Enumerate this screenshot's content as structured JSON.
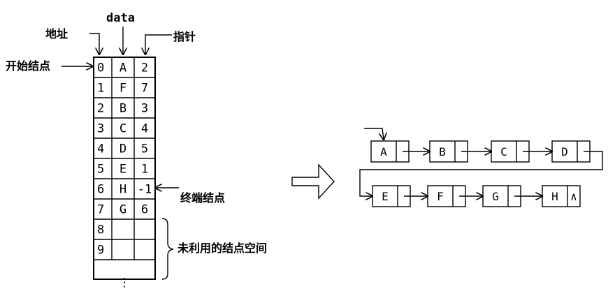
{
  "labels": {
    "address": "地址",
    "data": "data",
    "pointer": "指针",
    "start_node": "开始结点",
    "end_node": "终端结点",
    "unused_space": "未利用的结点空间"
  },
  "table": {
    "rows": [
      {
        "addr": "0",
        "data": "A",
        "next": "2"
      },
      {
        "addr": "1",
        "data": "F",
        "next": "7"
      },
      {
        "addr": "2",
        "data": "B",
        "next": "3"
      },
      {
        "addr": "3",
        "data": "C",
        "next": "4"
      },
      {
        "addr": "4",
        "data": "D",
        "next": "5"
      },
      {
        "addr": "5",
        "data": "E",
        "next": "1"
      },
      {
        "addr": "6",
        "data": "H",
        "next": "-1"
      },
      {
        "addr": "7",
        "data": "G",
        "next": "6"
      },
      {
        "addr": "8",
        "data": "",
        "next": ""
      },
      {
        "addr": "9",
        "data": "",
        "next": ""
      }
    ],
    "ellipsis": "⋮"
  },
  "list": {
    "row1": [
      "A",
      "B",
      "C",
      "D"
    ],
    "row2": [
      "E",
      "F",
      "G",
      "H"
    ],
    "null_symbol": "∧"
  }
}
